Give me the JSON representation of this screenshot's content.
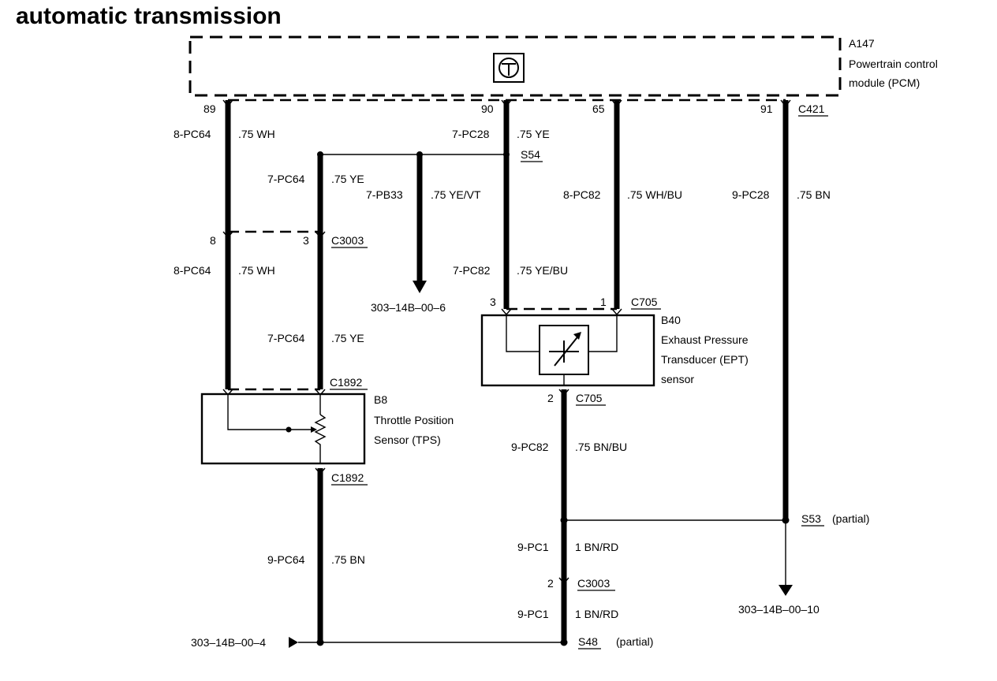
{
  "title": "automatic transmission",
  "pcm": {
    "id": "A147",
    "name_line1": "Powertrain control",
    "name_line2": "module (PCM)",
    "connector": "C421"
  },
  "pins": {
    "p89": "89",
    "p90": "90",
    "p65": "65",
    "p91": "91"
  },
  "wires": {
    "w1_circuit": "8-PC64",
    "w1_spec": ".75 WH",
    "w1b_circuit": "8-PC64",
    "w1b_spec": ".75 WH",
    "w2_circuit": "7-PC64",
    "w2_spec": ".75 YE",
    "w2b_circuit": "7-PC64",
    "w2b_spec": ".75 YE",
    "w3_circuit": "7-PB33",
    "w3_spec": ".75 YE/VT",
    "w4_circuit": "7-PC28",
    "w4_spec": ".75 YE",
    "w4b_circuit": "7-PC82",
    "w4b_spec": ".75 YE/BU",
    "w5_circuit": "8-PC82",
    "w5_spec": ".75 WH/BU",
    "w6_circuit": "9-PC28",
    "w6_spec": ".75 BN",
    "w7_circuit": "9-PC82",
    "w7_spec": ".75 BN/BU",
    "w8_circuit": "9-PC1",
    "w8_spec": "1 BN/RD",
    "w8b_circuit": "9-PC1",
    "w8b_spec": "1 BN/RD",
    "w9_circuit": "9-PC64",
    "w9_spec": ".75 BN"
  },
  "splices": {
    "s54": "S54",
    "s53": "S53",
    "s53_note": "(partial)",
    "s48": "S48",
    "s48_note": "(partial)"
  },
  "connectors": {
    "c3003_top": "C3003",
    "c3003_pin8": "8",
    "c3003_pin3": "3",
    "c1892_top": "C1892",
    "c1892_bottom": "C1892",
    "c705_top": "C705",
    "c705_pin3": "3",
    "c705_pin1": "1",
    "c705_bottom": "C705",
    "c705_pin2": "2",
    "c3003_bottom": "C3003",
    "c3003_pin2": "2"
  },
  "tps": {
    "id": "B8",
    "name_line1": "Throttle Position",
    "name_line2": "Sensor (TPS)"
  },
  "ept": {
    "id": "B40",
    "name_line1": "Exhaust Pressure",
    "name_line2": "Transducer (EPT)",
    "name_line3": "sensor"
  },
  "refs": {
    "r6": "303–14B–00–6",
    "r10": "303–14B–00–10",
    "r4": "303–14B–00–4"
  }
}
